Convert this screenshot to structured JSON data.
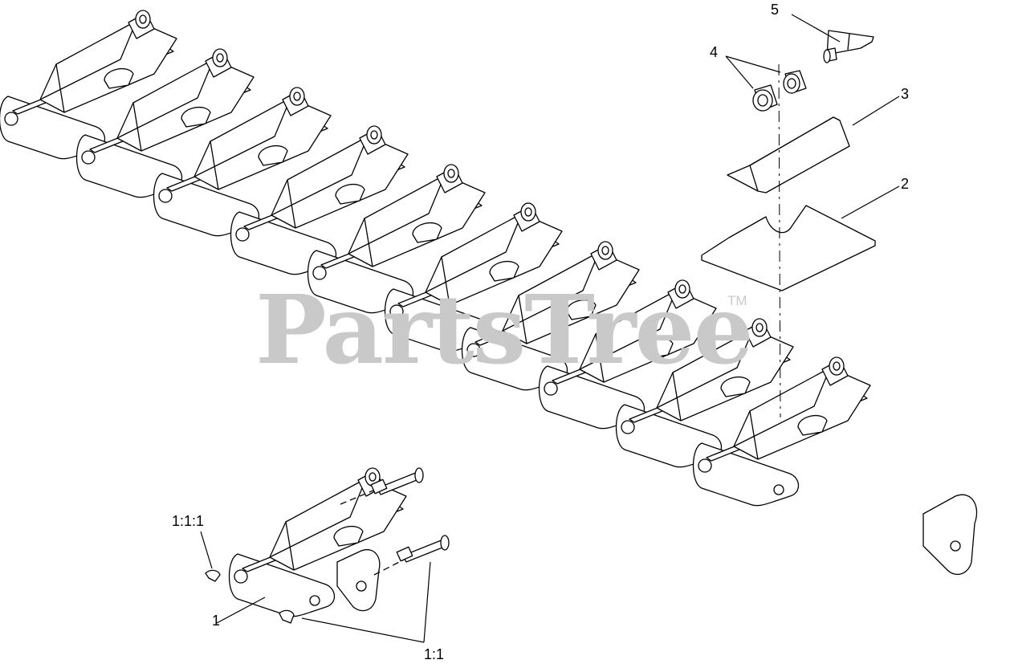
{
  "watermark": {
    "text": "PartsTree",
    "trademark": "TM"
  },
  "callouts": {
    "c1": "1",
    "c1_1": "1:1",
    "c1_1_1": "1:1:1",
    "c2": "2",
    "c3": "3",
    "c4": "4",
    "c5": "5"
  },
  "track": {
    "segments": 10
  }
}
